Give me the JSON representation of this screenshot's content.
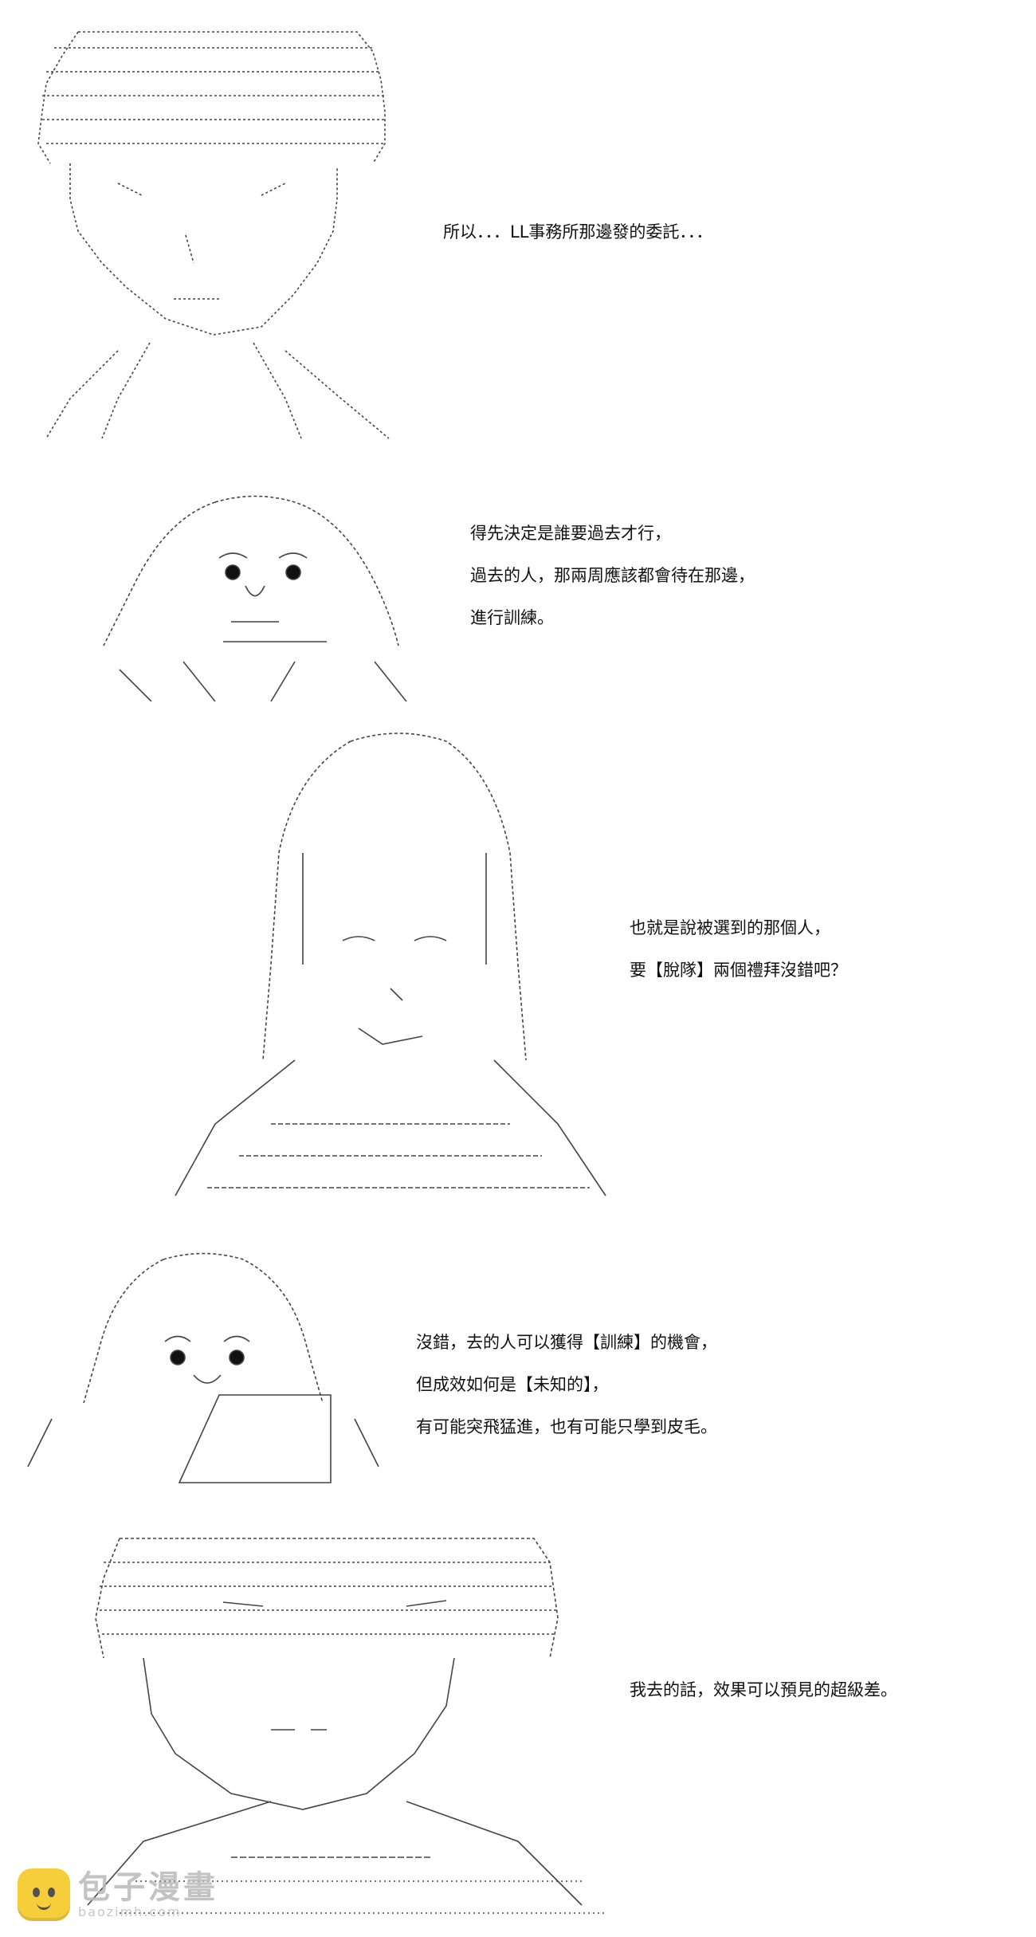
{
  "panels": [
    {
      "art_icon": "ascii-art-boy-with-bangs-icon",
      "lines": [
        "所以．．．LL事務所那邊發的委託．．．"
      ]
    },
    {
      "art_icon": "ascii-art-round-face-character-icon",
      "lines": [
        "得先決定是誰要過去才行，",
        "過去的人，那兩周應該都會待在那邊，",
        "進行訓練。"
      ]
    },
    {
      "art_icon": "ascii-art-long-hair-girl-icon",
      "lines": [
        "也就是說被選到的那個人，",
        "要【脫隊】兩個禮拜沒錯吧？"
      ]
    },
    {
      "art_icon": "ascii-art-round-face-holding-paper-icon",
      "lines": [
        "沒錯，去的人可以獲得【訓練】的機會，",
        "但成效如何是【未知的】，",
        "有可能突飛猛進，也有可能只學到皮毛。"
      ]
    },
    {
      "art_icon": "ascii-art-boy-with-messy-hair-icon",
      "lines": [
        "我去的話，效果可以預見的超級差。"
      ]
    }
  ],
  "watermark": {
    "icon": "bun-logo-icon",
    "title": "包子漫畫",
    "url": "baozimh.com"
  }
}
